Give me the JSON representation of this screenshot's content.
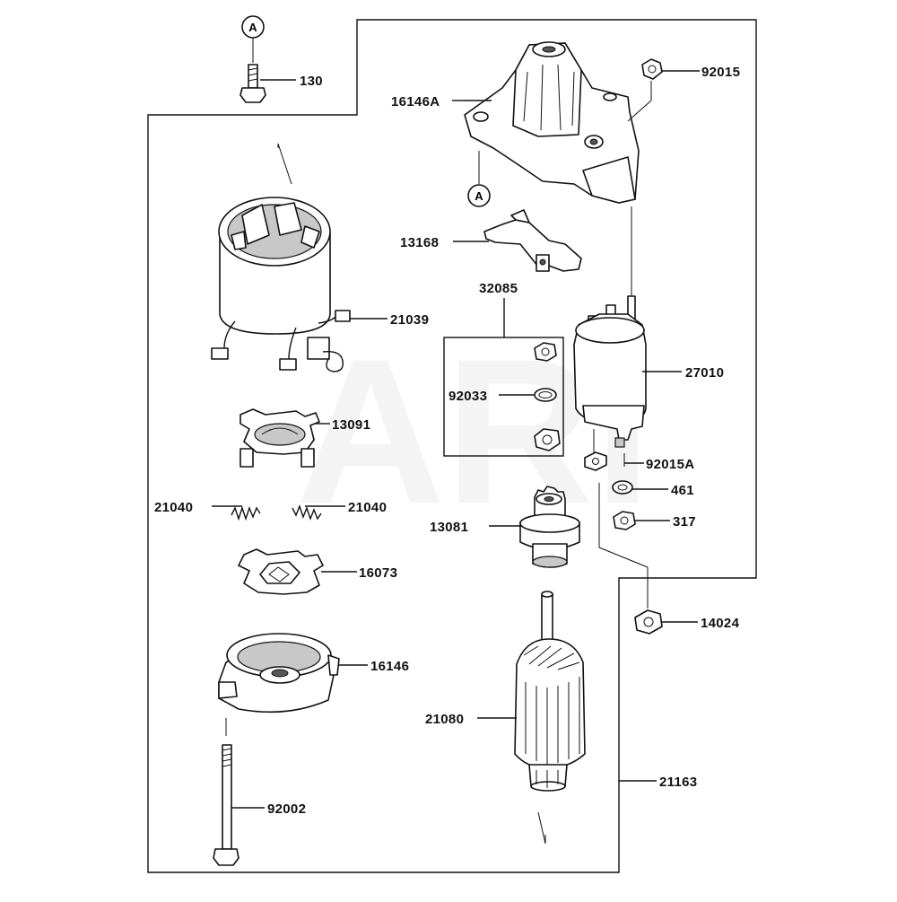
{
  "diagram": {
    "watermark": "ARI",
    "callouts": [
      {
        "id": "130",
        "text": "130"
      },
      {
        "id": "16146A",
        "text": "16146A"
      },
      {
        "id": "92015",
        "text": "92015"
      },
      {
        "id": "13168",
        "text": "13168"
      },
      {
        "id": "32085",
        "text": "32085"
      },
      {
        "id": "21039",
        "text": "21039"
      },
      {
        "id": "27010",
        "text": "27010"
      },
      {
        "id": "92033",
        "text": "92033"
      },
      {
        "id": "13091",
        "text": "13091"
      },
      {
        "id": "92015A",
        "text": "92015A"
      },
      {
        "id": "461",
        "text": "461"
      },
      {
        "id": "21040_left",
        "text": "21040"
      },
      {
        "id": "21040_right",
        "text": "21040"
      },
      {
        "id": "13081",
        "text": "13081"
      },
      {
        "id": "317",
        "text": "317"
      },
      {
        "id": "16073",
        "text": "16073"
      },
      {
        "id": "14024",
        "text": "14024"
      },
      {
        "id": "16146",
        "text": "16146"
      },
      {
        "id": "21080",
        "text": "21080"
      },
      {
        "id": "21163",
        "text": "21163"
      },
      {
        "id": "92002",
        "text": "92002"
      }
    ],
    "ref_markers": [
      {
        "id": "A_top",
        "text": "A"
      },
      {
        "id": "A_housing",
        "text": "A"
      }
    ]
  }
}
